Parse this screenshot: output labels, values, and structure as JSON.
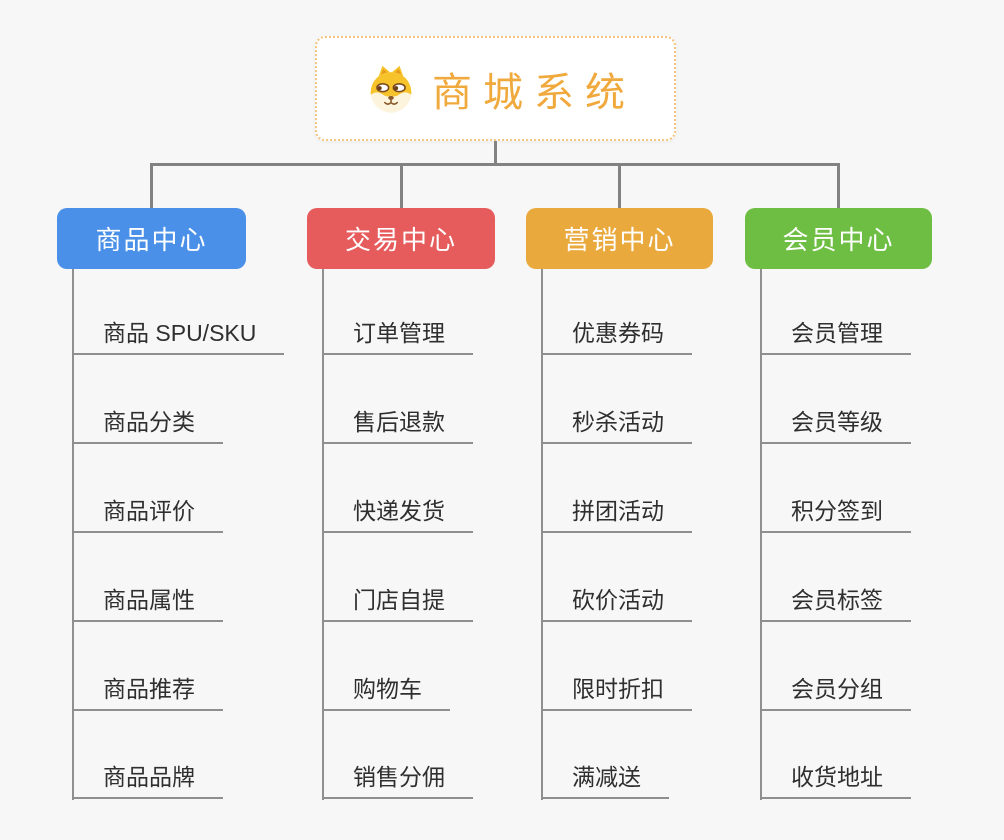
{
  "root": {
    "title": "商城系统",
    "title_color": "#f0a93c",
    "icon": "dog-icon"
  },
  "branches": [
    {
      "label": "商品中心",
      "color": "#4a90e8",
      "children": [
        "商品 SPU/SKU",
        "商品分类",
        "商品评价",
        "商品属性",
        "商品推荐",
        "商品品牌"
      ]
    },
    {
      "label": "交易中心",
      "color": "#e65c5c",
      "children": [
        "订单管理",
        "售后退款",
        "快递发货",
        "门店自提",
        "购物车",
        "销售分佣"
      ]
    },
    {
      "label": "营销中心",
      "color": "#eaa93d",
      "children": [
        "优惠券码",
        "秒杀活动",
        "拼团活动",
        "砍价活动",
        "限时折扣",
        "满减送"
      ]
    },
    {
      "label": "会员中心",
      "color": "#6fbe44",
      "children": [
        "会员管理",
        "会员等级",
        "积分签到",
        "会员标签",
        "会员分组",
        "收货地址"
      ]
    }
  ],
  "colors": {
    "background": "#f7f7f7",
    "connector": "#828282",
    "leaf_line": "#8f8f8f",
    "root_border": "#f2c47c",
    "root_background": "#ffffff"
  }
}
